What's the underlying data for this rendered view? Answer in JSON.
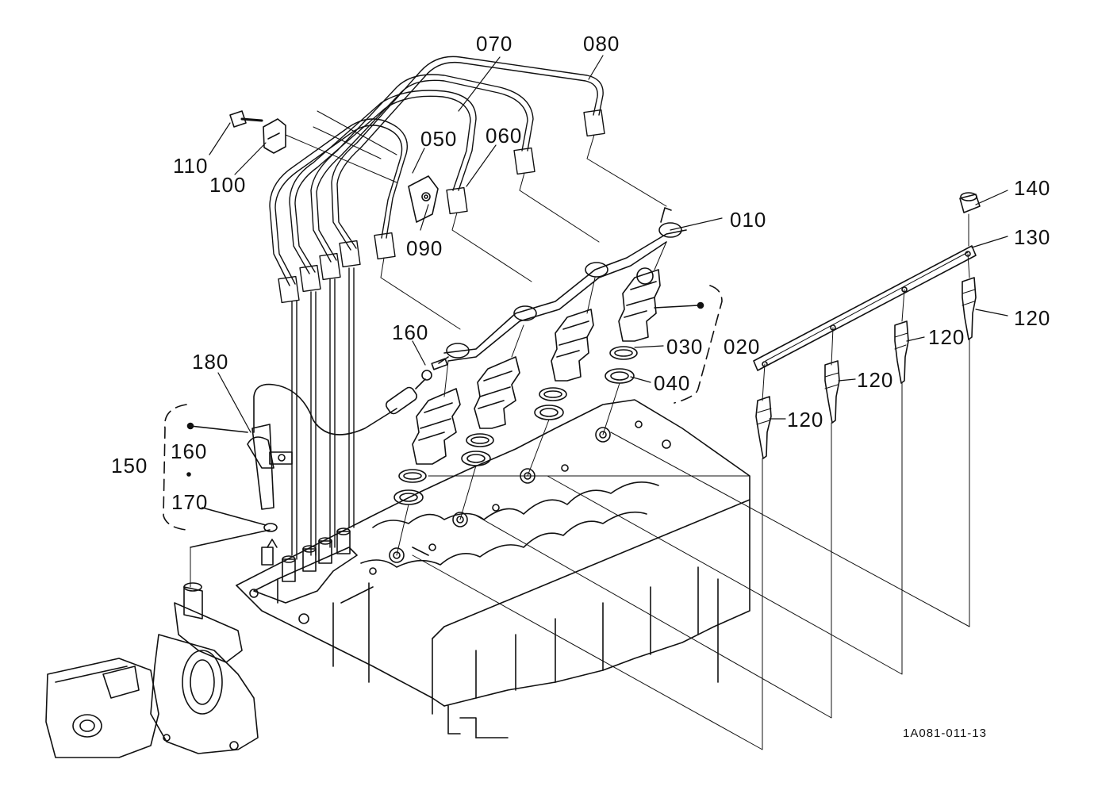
{
  "parts": {
    "p010": "010",
    "p020": "020",
    "p030": "030",
    "p040": "040",
    "p050": "050",
    "p060": "060",
    "p070": "070",
    "p080": "080",
    "p090": "090",
    "p100": "100",
    "p110": "110",
    "p120": "120",
    "p130": "130",
    "p140": "140",
    "p150": "150",
    "p160": "160",
    "p170": "170",
    "p180": "180"
  },
  "figure_ref": "1A081-011-13",
  "colors": {
    "ink": "#111111",
    "paper": "#ffffff"
  }
}
